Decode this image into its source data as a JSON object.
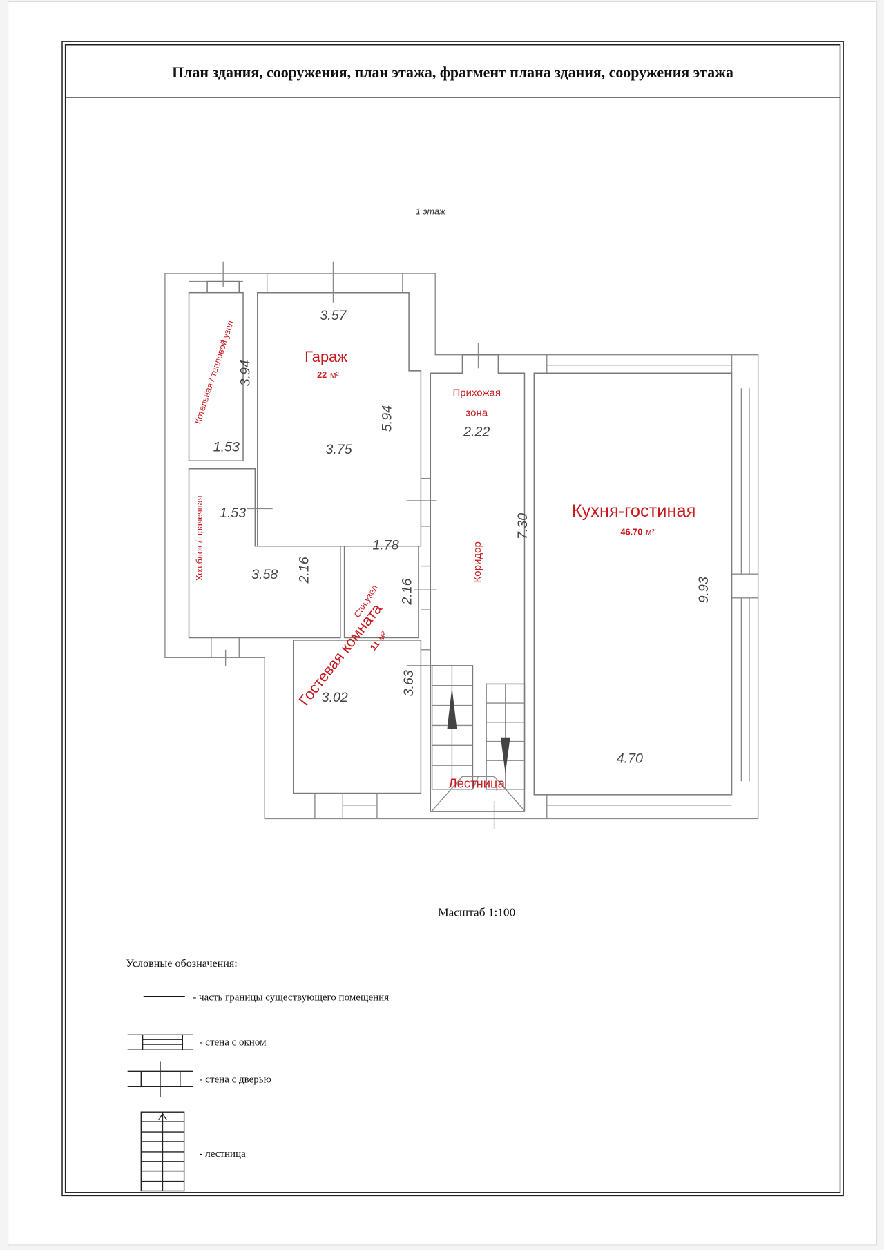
{
  "title": "План здания, сооружения, план этажа, фрагмент плана здания, сооружения этажа",
  "floor_label": "1 этаж",
  "rooms": {
    "boiler": {
      "name": "Котельная / тепловой узел",
      "dim_length": "3.94",
      "dim_width": "1.53"
    },
    "utility": {
      "name": "Хоз.блок / прачечная",
      "dim_width": "1.53",
      "dim_length": "3.58",
      "dim_depth": "2.16"
    },
    "garage": {
      "name": "Гараж",
      "area": "22",
      "area_unit": "м²",
      "dim_top": "3.57",
      "dim_width": "3.75",
      "dim_length": "5.94"
    },
    "bathroom": {
      "name": "Сан.узел",
      "dim_width": "1.78",
      "dim_length": "2.16"
    },
    "guest": {
      "name": "Гостевая комната",
      "area": "11",
      "area_unit": "м²",
      "dim_width": "3.02",
      "dim_length": "3.63"
    },
    "hall": {
      "name_line1": "Прихожая",
      "name_line2": "зона",
      "dim_width": "2.22"
    },
    "corridor": {
      "name": "Коридор",
      "dim_length": "7.30"
    },
    "stairs": {
      "name": "Лестница"
    },
    "kitchen": {
      "name": "Кухня-гостиная",
      "area": "46.70",
      "area_unit": "м²",
      "dim_length": "9.93",
      "dim_width": "4.70"
    }
  },
  "scale": "Масштаб 1:100",
  "legend": {
    "title": "Условные обозначения:",
    "items": [
      {
        "symbol": "boundary-line",
        "label": "- часть границы существующего помещения"
      },
      {
        "symbol": "wall-with-window",
        "label": "- стена с окном"
      },
      {
        "symbol": "wall-with-door",
        "label": "- стена с дверью"
      },
      {
        "symbol": "staircase",
        "label": "- лестница"
      }
    ]
  },
  "colors": {
    "label_red": "#c8191e",
    "wall_gray": "#8a8a8a"
  }
}
